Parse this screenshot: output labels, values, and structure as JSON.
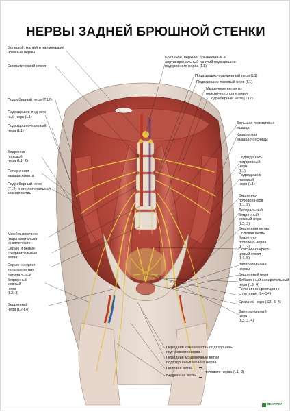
{
  "title": "НЕРВЫ ЗАДНЕЙ БРЮШНОЙ СТЕНКИ",
  "labels_left": [
    "Большой, малый и наименьший\nчревные нервы",
    "Симпатический ствол",
    "Подреберный нерв (Т12)",
    "Подвздошно-подчрев-\nный нерв (L1)",
    "Подвздошно-паховый\nнерв (L1)",
    "Бедренно-\nполовой\nнерв (L1, 2)",
    "Поперечная\nмышца живота",
    "Подреберный нерв\n(Т12) и его латеральная\nкожная ветвь",
    "Межбрыжеечное\n(пара-аортально-\nе) сплетение",
    "Серые и белые\nсоединительные\nветви",
    "Серые соедини-\nтельные ветви",
    "Латеральный\nбедренный\nкожный\nнерв\n(L2, 3)",
    "Бедренный\nнерв (L2-L4)"
  ],
  "labels_right": [
    "Брюшной, верхний брыжеечный и\nаортикоренальный ганглий подвздошно-\nподчревного нерва (L1)",
    "Подвздошно-подчревный нерв (L1)",
    "Подвздошно-паховый нерв (L1)",
    "Мышечные ветви из\nпоясничного сплетения",
    "Подреберный нерв (Т12)",
    "Большая поясничная\nмышца",
    "Квадратная\nмышца поясницы",
    "Подвздошно-\nподчревный\nнерв\n(L1)",
    "Подвздошно-\nпаховый\nнерв (L1)",
    "Бедренно-\nполовой нерв\n(L1, 2)",
    "Латеральный\nбедренный\nкожный нерв\n(L2, 3)",
    "Бедренная ветвь,\nПоловая ветвь\nбедренно-\nполового нерва\n(L1, 2)",
    "Пояснично-крест-\nцовый ствол\n(L4, 5)",
    "Запирательные\nнервы",
    "Бедренный нерв",
    "Добавочный запирательный\nнерв (L3, 4)",
    "Пояснично-крестцовое\nсплетение (L4-S4)",
    "Срамной нерв (S2, 3, 4)",
    "Запирательный\nнерв\n(L2, 3, 4)"
  ],
  "labels_bottom": [
    "Передняя кожная ветвь подвздошно-\nподчревного нерва",
    "Передние мошоночные ветви\nподвздошно-пахового нерва",
    "Половая ветвь",
    "Бедренная ветвь"
  ],
  "bracket_label": "полового нерва (L1, 2)",
  "brand": "ДЕКАРКА",
  "colors": {
    "muscle": "#b2463a",
    "nerve": "#e3c23c",
    "bone": "#e6ddd0",
    "skin": "#e9d9cf",
    "vessel_red": "#c0392b",
    "vessel_blue": "#2c5fa8"
  }
}
